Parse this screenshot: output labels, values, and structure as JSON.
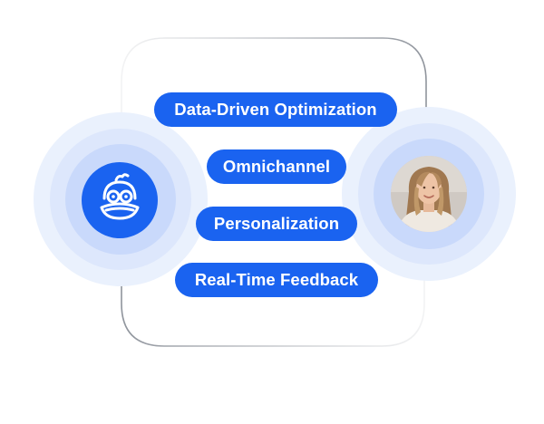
{
  "pills": [
    {
      "label": "Data-Driven Optimization"
    },
    {
      "label": "Omnichannel"
    },
    {
      "label": "Personalization"
    },
    {
      "label": "Real-Time Feedback"
    }
  ],
  "left_node": {
    "icon": "duck-bot-icon"
  },
  "right_node": {
    "icon": "customer-avatar"
  },
  "colors": {
    "accent": "#1a63f0",
    "ring_outer": "#e9f0fd",
    "ring_mid": "#dbe6fc",
    "ring_inner": "#c7d8fb",
    "loop_line": "#a9adb4"
  }
}
